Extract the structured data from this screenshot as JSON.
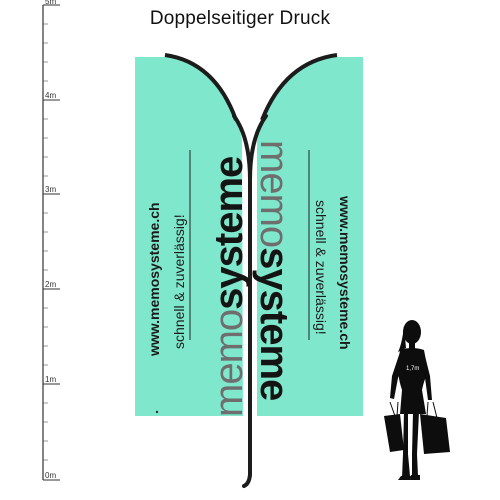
{
  "title": "Doppelseitiger Druck",
  "scale": {
    "labels": [
      "5m",
      "4m",
      "3m",
      "2m",
      "1m",
      "0m"
    ]
  },
  "flag": {
    "color": "#7fe8cc",
    "brand_light": "memo",
    "brand_dark": "systeme",
    "tagline": "schnell & zuverlässig!",
    "url": "www.memosysteme.ch"
  },
  "person": {
    "height_label": "1,7m",
    "icon": "silhouette-woman-with-shopping-bags-icon"
  }
}
